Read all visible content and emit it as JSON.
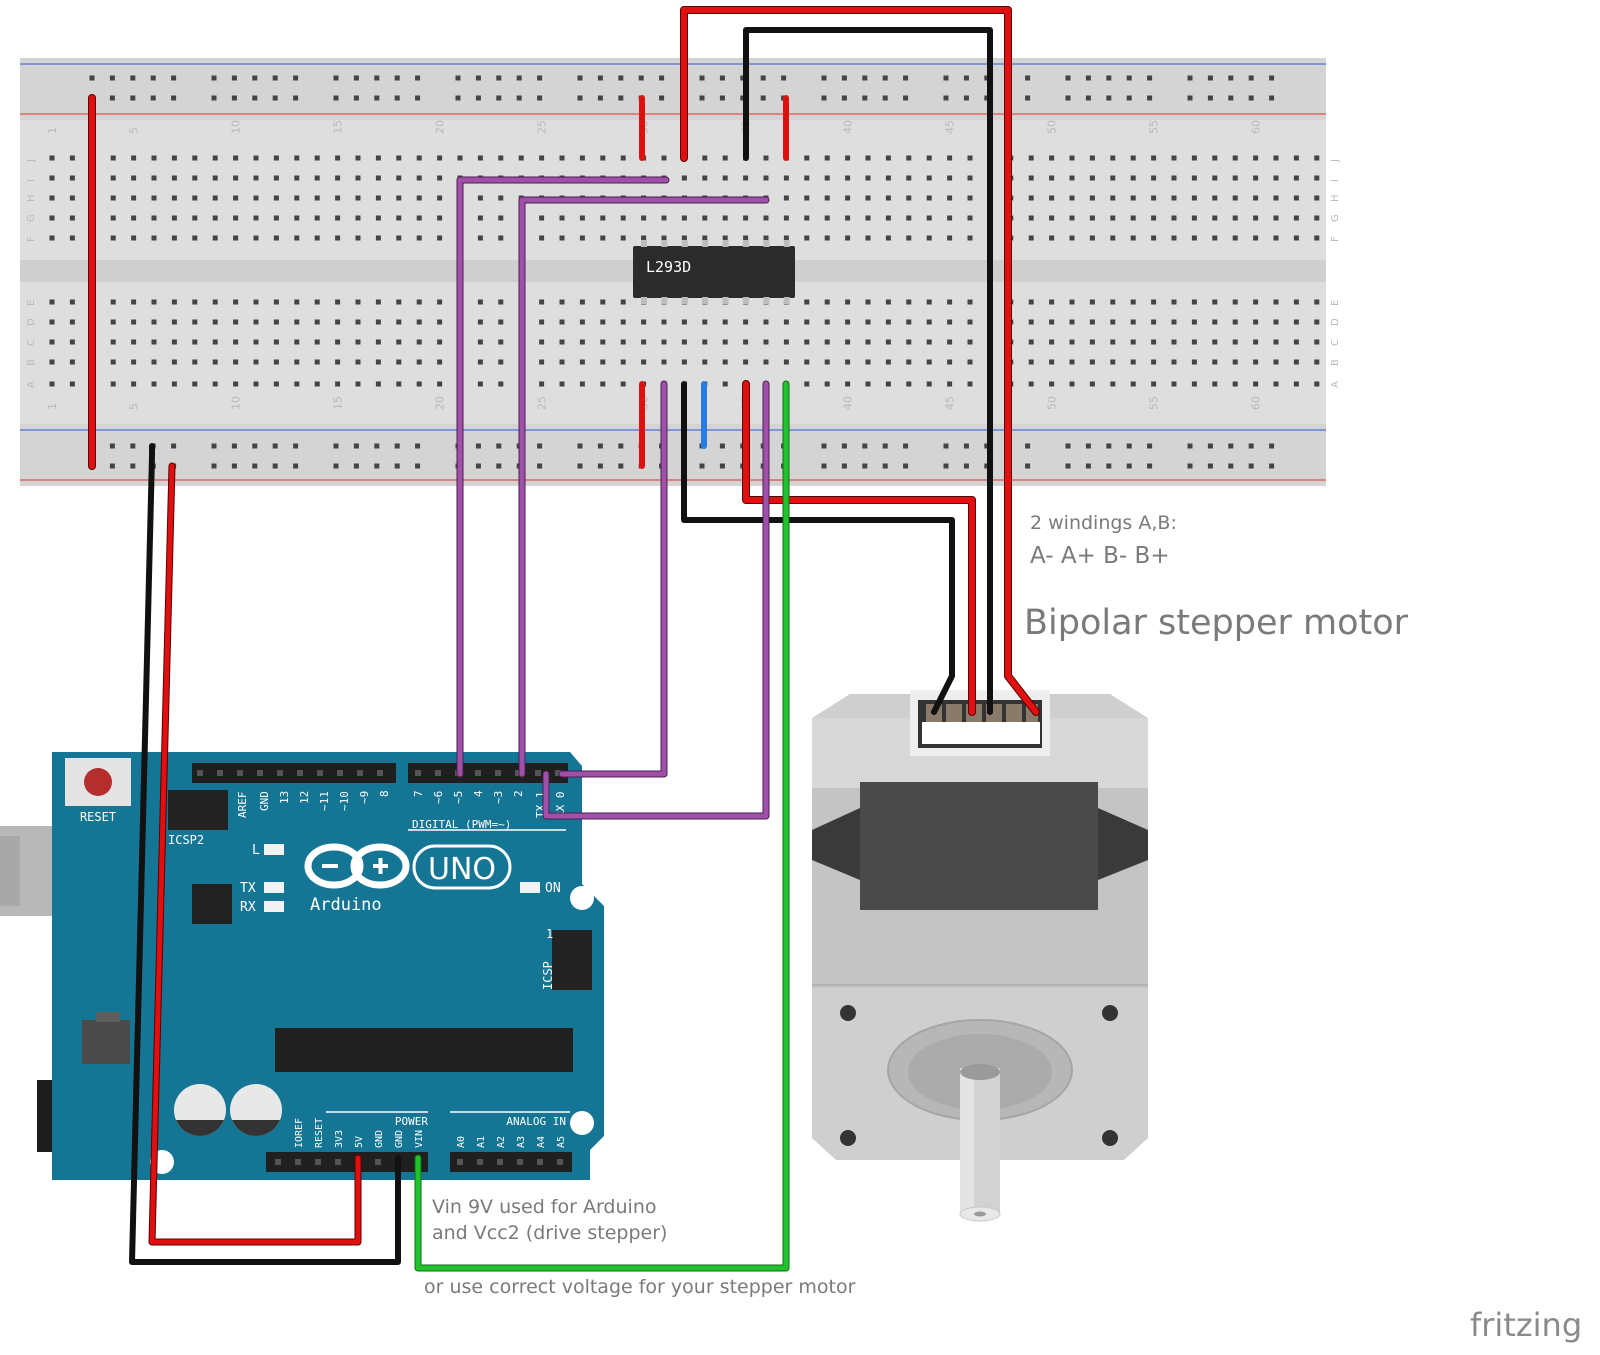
{
  "breadboard": {
    "column_numbers": [
      "1",
      "5",
      "10",
      "15",
      "20",
      "25",
      "30",
      "35",
      "40",
      "45",
      "50",
      "55",
      "60"
    ],
    "row_letters_top": [
      "J",
      "I",
      "H",
      "G",
      "F"
    ],
    "row_letters_bottom": [
      "E",
      "D",
      "C",
      "B",
      "A"
    ]
  },
  "chip": {
    "label": "L293D"
  },
  "arduino": {
    "reset_label": "RESET",
    "icsp2_label": "ICSP2",
    "brand": "Arduino",
    "model": "UNO",
    "on_label": "ON",
    "l_label": "L",
    "tx_label": "TX",
    "rx_label": "RX",
    "icsp_label": "ICSP",
    "icsp_pin1": "1",
    "digital_label": "DIGITAL (PWM=~)",
    "power_label": "POWER",
    "analog_label": "ANALOG IN",
    "digital_pins": [
      "AREF",
      "GND",
      "13",
      "12",
      "~11",
      "~10",
      "~9",
      "8",
      "7",
      "~6",
      "~5",
      "4",
      "~3",
      "2",
      "TX 1",
      "RX 0"
    ],
    "power_pins": [
      "IOREF",
      "RESET",
      "3V3",
      "5V",
      "GND",
      "GND",
      "VIN"
    ],
    "analog_pins": [
      "A0",
      "A1",
      "A2",
      "A3",
      "A4",
      "A5"
    ]
  },
  "annotations": {
    "windings_title": "2 windings A,B:",
    "windings_order": "A- A+ B- B+",
    "motor_label": "Bipolar stepper motor",
    "vin_line1": "Vin 9V used for Arduino",
    "vin_line2": "and Vcc2 (drive stepper)",
    "voltage_note": "or use correct voltage for your stepper motor"
  },
  "logo": {
    "text": "fritzing"
  },
  "colors": {
    "breadboard": "#dcdcdc",
    "rail_red": "#d9534f",
    "rail_blue": "#4a6fd8",
    "wire_red": "#e01010",
    "wire_black": "#111111",
    "wire_purple": "#9b4fa0",
    "wire_green": "#22c22e",
    "wire_blue": "#2a7de0",
    "arduino_blue": "#157595",
    "motor_gray": "#c8c8c8"
  }
}
